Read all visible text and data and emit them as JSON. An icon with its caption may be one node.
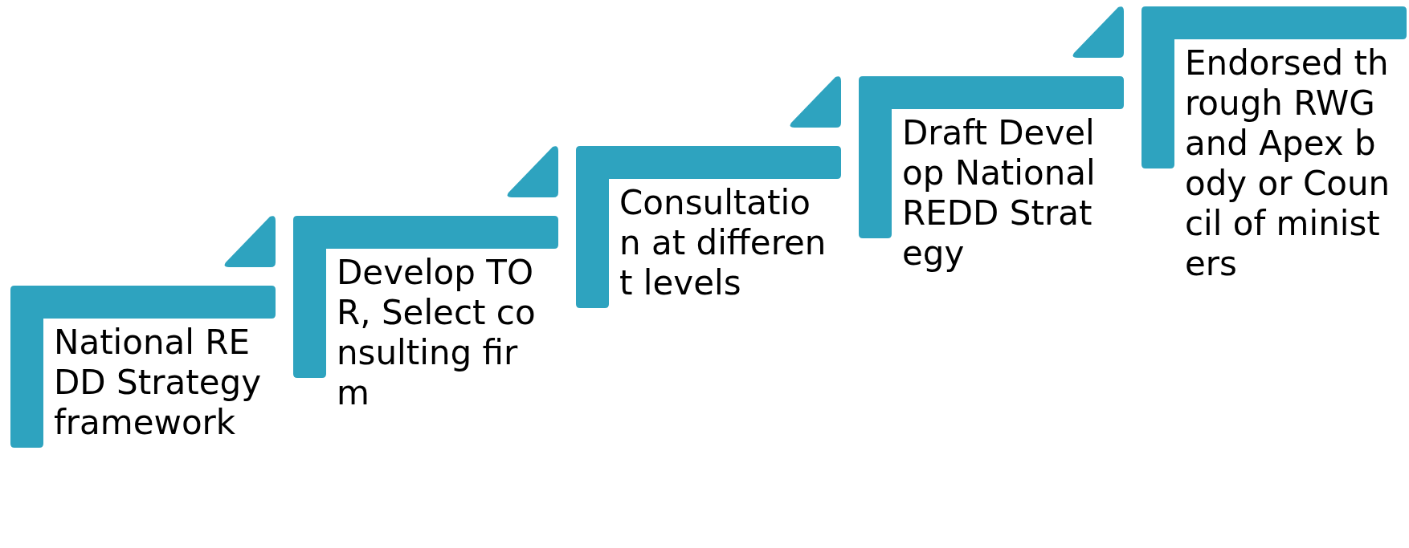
{
  "diagram": {
    "nodes": [
      {
        "text": [
          "National REDD Strategy framework"
        ]
      },
      {
        "text": [
          "Develop TOR, Select consulting firm"
        ]
      },
      {
        "text": [
          "Consultation at different levels"
        ]
      },
      {
        "text": [
          "Draft Develop National REDD Strategy"
        ]
      },
      {
        "text": [
          "Endorsed through RWG and Apex body or Council of ministers"
        ]
      }
    ]
  }
}
